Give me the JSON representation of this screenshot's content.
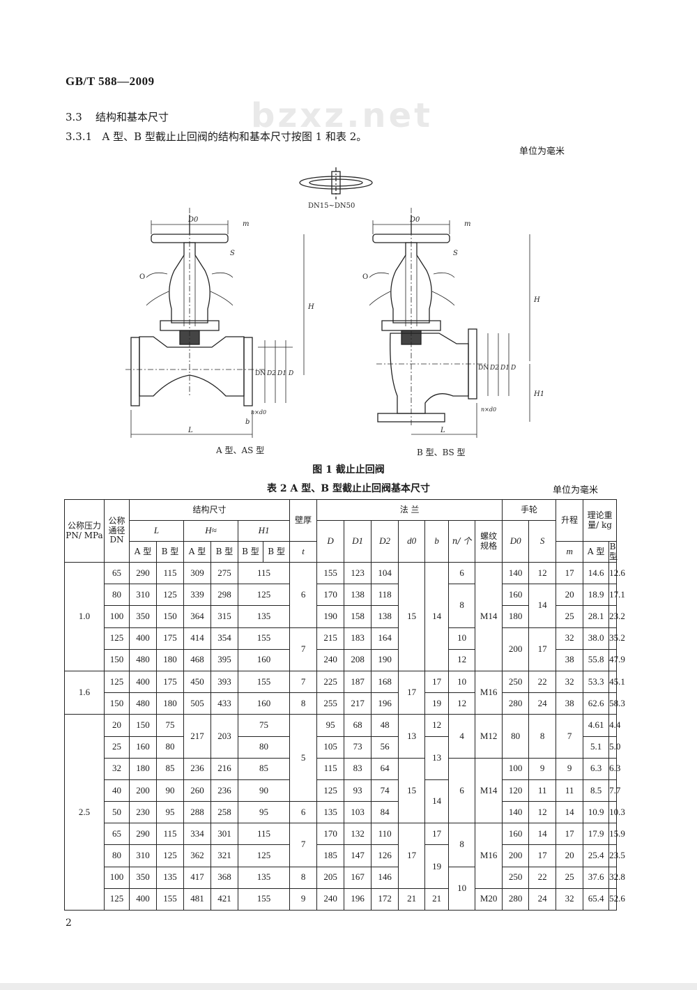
{
  "page": {
    "std_code": "GB/T 588—2009",
    "section_number": "3.3",
    "section_title": "结构和基本尺寸",
    "subsection_number": "3.3.1",
    "subsection_text": "A 型、B 型截止止回阀的结构和基本尺寸按图 1 和表 2。",
    "unit_note": "单位为毫米",
    "watermark": "bzxz.net",
    "page_number": "2"
  },
  "figure": {
    "top_label": "DN15~DN50",
    "left_label": "A 型、AS 型",
    "right_label": "B 型、BS 型",
    "caption": "图 1 截止止回阀",
    "dim_labels": [
      "D0",
      "m",
      "S",
      "O",
      "H",
      "L",
      "DN",
      "D2",
      "D1",
      "D",
      "b",
      "n×d0",
      "H1"
    ]
  },
  "table": {
    "caption": "表 2 A 型、B 型截止止回阀基本尺寸",
    "unit_note": "单位为毫米",
    "headers": {
      "pn": "公称压力 PN/ MPa",
      "dn": "公称通径 DN",
      "structure": "结构尺寸",
      "L": "L",
      "H": "H≈",
      "H1": "H1",
      "wall": "壁厚",
      "t": "t",
      "flange": "法 兰",
      "D": "D",
      "D1": "D1",
      "D2": "D2",
      "d0": "d0",
      "b": "b",
      "n": "n/ 个",
      "thread": "螺纹 规格",
      "handwheel": "手轮",
      "D0": "D0",
      "S": "S",
      "lift": "升程",
      "m": "m",
      "weight": "理论重量/ kg",
      "typeA": "A 型",
      "typeB": "B 型"
    },
    "pn_groups": [
      "1.0",
      "1.6",
      "2.5"
    ],
    "rows": [
      {
        "dn": "65",
        "LA": "290",
        "LB": "115",
        "HA": "309",
        "HB": "275",
        "H1": "115",
        "t": "6",
        "D": "155",
        "D1": "123",
        "D2": "104",
        "d0": "15",
        "b": "14",
        "n": "6",
        "thread": "M14",
        "D0": "140",
        "S": "12",
        "m": "17",
        "WA": "14.6",
        "WB": "12.6"
      },
      {
        "dn": "80",
        "LA": "310",
        "LB": "125",
        "HA": "339",
        "HB": "298",
        "H1": "125",
        "D": "170",
        "D1": "138",
        "D2": "118",
        "n": "8",
        "D0": "160",
        "S": "14",
        "m": "20",
        "WA": "18.9",
        "WB": "17.1"
      },
      {
        "dn": "100",
        "LA": "350",
        "LB": "150",
        "HA": "364",
        "HB": "315",
        "H1": "135",
        "D": "190",
        "D1": "158",
        "D2": "138",
        "D0": "180",
        "m": "25",
        "WA": "28.1",
        "WB": "23.2"
      },
      {
        "dn": "125",
        "LA": "400",
        "LB": "175",
        "HA": "414",
        "HB": "354",
        "H1": "155",
        "t": "7",
        "D": "215",
        "D1": "183",
        "D2": "164",
        "n": "10",
        "D0": "200",
        "S": "17",
        "m": "32",
        "WA": "38.0",
        "WB": "35.2"
      },
      {
        "dn": "150",
        "LA": "480",
        "LB": "180",
        "HA": "468",
        "HB": "395",
        "H1": "160",
        "D": "240",
        "D1": "208",
        "D2": "190",
        "n": "12",
        "m": "38",
        "WA": "55.8",
        "WB": "47.9"
      },
      {
        "dn": "125",
        "LA": "400",
        "LB": "175",
        "HA": "450",
        "HB": "393",
        "H1": "155",
        "t": "7",
        "D": "225",
        "D1": "187",
        "D2": "168",
        "d0": "17",
        "b": "17",
        "n": "10",
        "thread": "M16",
        "D0": "250",
        "S": "22",
        "m": "32",
        "WA": "53.3",
        "WB": "45.1"
      },
      {
        "dn": "150",
        "LA": "480",
        "LB": "180",
        "HA": "505",
        "HB": "433",
        "H1": "160",
        "t": "8",
        "D": "255",
        "D1": "217",
        "D2": "196",
        "b": "19",
        "n": "12",
        "D0": "280",
        "S": "24",
        "m": "38",
        "WA": "62.6",
        "WB": "58.3"
      },
      {
        "dn": "20",
        "LA": "150",
        "LB": "75",
        "HA": "217",
        "HB": "203",
        "H1": "75",
        "t": "5",
        "D": "95",
        "D1": "68",
        "D2": "48",
        "d0": "13",
        "b": "12",
        "n": "4",
        "thread": "M12",
        "D0": "80",
        "S": "8",
        "m": "7",
        "WA": "4.61",
        "WB": "4.4"
      },
      {
        "dn": "25",
        "LA": "160",
        "LB": "80",
        "H1": "80",
        "D": "105",
        "D1": "73",
        "D2": "56",
        "b": "13",
        "WA": "5.1",
        "WB": "5.0"
      },
      {
        "dn": "32",
        "LA": "180",
        "LB": "85",
        "HA": "236",
        "HB": "216",
        "H1": "85",
        "D": "115",
        "D1": "83",
        "D2": "64",
        "d0": "15",
        "b": "14",
        "n": "6",
        "thread": "M14",
        "D0": "100",
        "S": "9",
        "m": "9",
        "WA": "6.3",
        "WB": "6.3"
      },
      {
        "dn": "40",
        "LA": "200",
        "LB": "90",
        "HA": "260",
        "HB": "236",
        "H1": "90",
        "D": "125",
        "D1": "93",
        "D2": "74",
        "D0": "120",
        "S": "11",
        "m": "11",
        "WA": "8.5",
        "WB": "7.7"
      },
      {
        "dn": "50",
        "LA": "230",
        "LB": "95",
        "HA": "288",
        "HB": "258",
        "H1": "95",
        "t": "6",
        "D": "135",
        "D1": "103",
        "D2": "84",
        "D0": "140",
        "S": "12",
        "m": "14",
        "WA": "10.9",
        "WB": "10.3"
      },
      {
        "dn": "65",
        "LA": "290",
        "LB": "115",
        "HA": "334",
        "HB": "301",
        "H1": "115",
        "t": "7",
        "D": "170",
        "D1": "132",
        "D2": "110",
        "d0": "17",
        "b": "17",
        "n": "8",
        "thread": "M16",
        "D0": "160",
        "S": "14",
        "m": "17",
        "WA": "17.9",
        "WB": "15.9"
      },
      {
        "dn": "80",
        "LA": "310",
        "LB": "125",
        "HA": "362",
        "HB": "321",
        "H1": "125",
        "D": "185",
        "D1": "147",
        "D2": "126",
        "b": "19",
        "D0": "200",
        "S": "17",
        "m": "20",
        "WA": "25.4",
        "WB": "23.5"
      },
      {
        "dn": "100",
        "LA": "350",
        "LB": "135",
        "HA": "417",
        "HB": "368",
        "H1": "135",
        "t": "8",
        "D": "205",
        "D1": "167",
        "D2": "146",
        "n": "10",
        "D0": "250",
        "S": "22",
        "m": "25",
        "WA": "37.6",
        "WB": "32.8"
      },
      {
        "dn": "125",
        "LA": "400",
        "LB": "155",
        "HA": "481",
        "HB": "421",
        "H1": "155",
        "t": "9",
        "D": "240",
        "D1": "196",
        "D2": "172",
        "d0": "21",
        "b": "21",
        "thread": "M20",
        "D0": "280",
        "S": "24",
        "m": "32",
        "WA": "65.4",
        "WB": "52.6"
      }
    ]
  }
}
